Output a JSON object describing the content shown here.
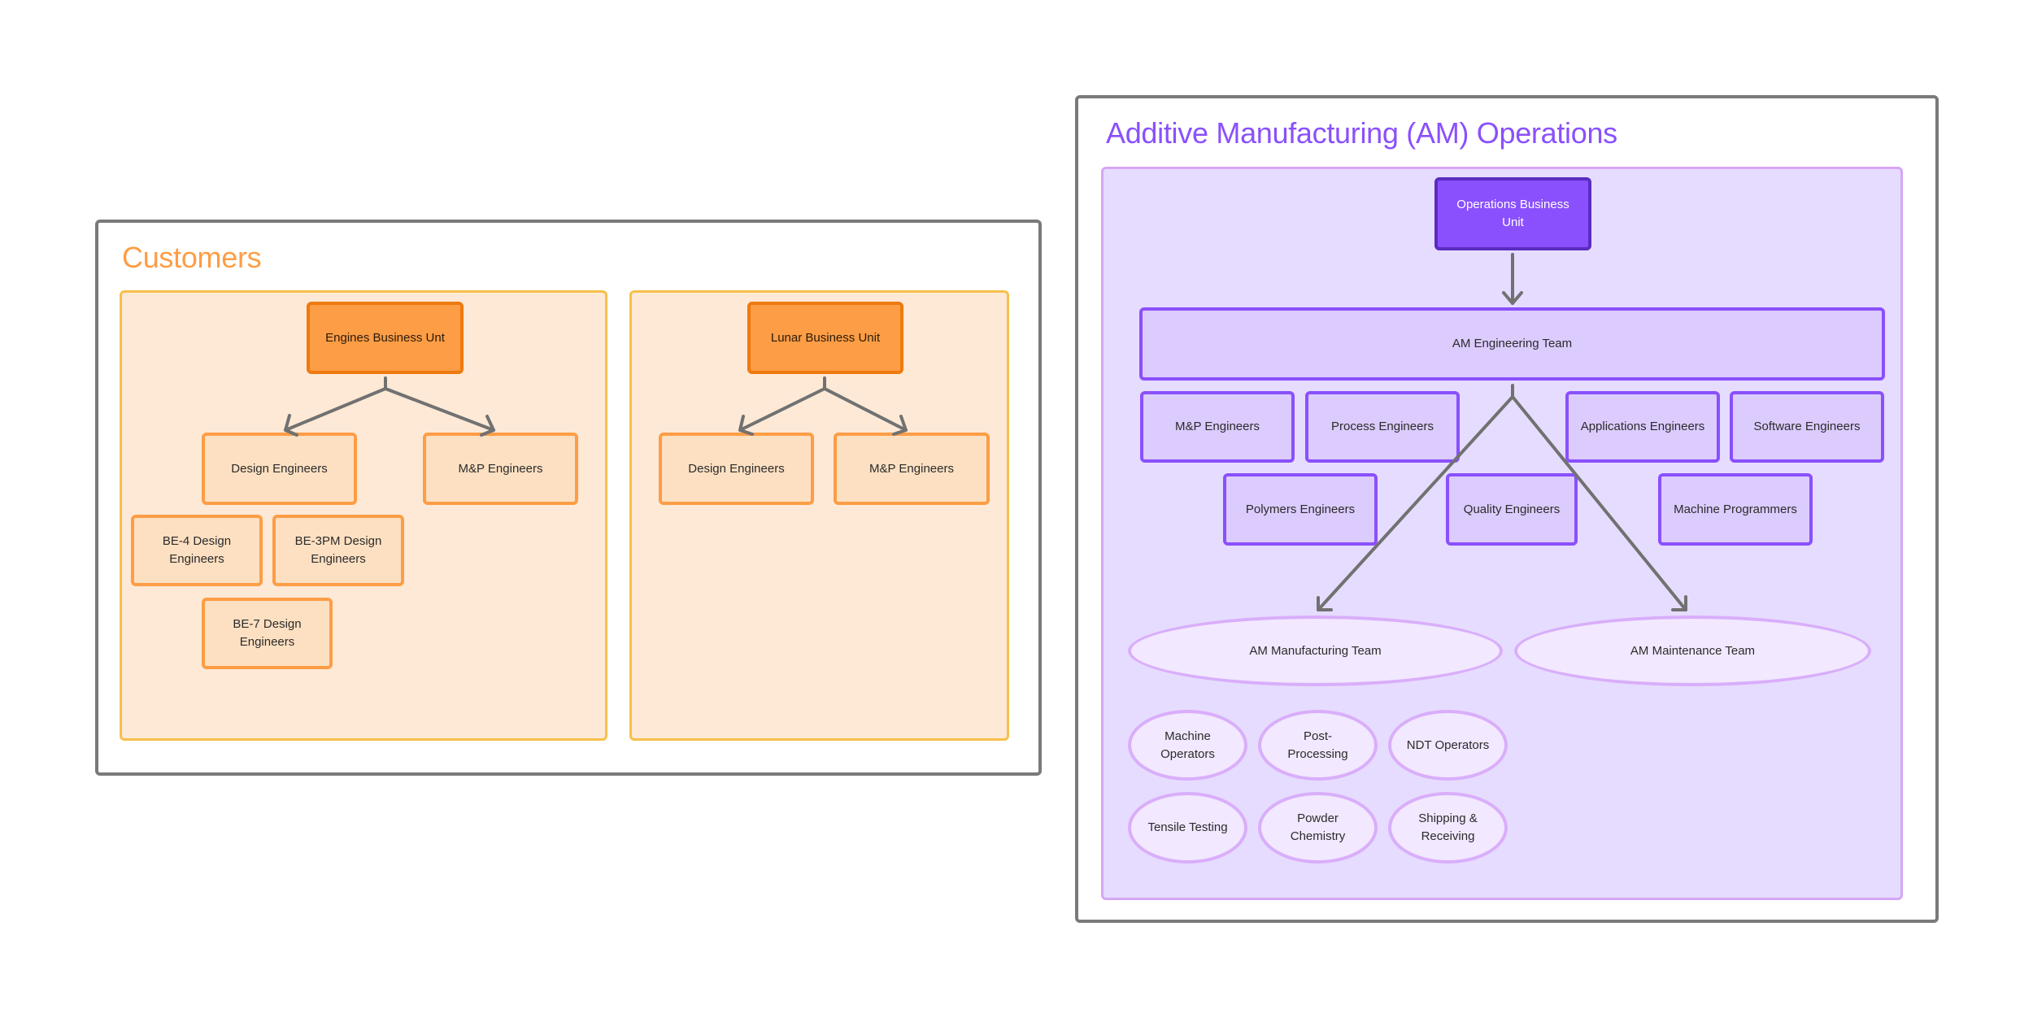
{
  "customers": {
    "title": "Customers",
    "title_color": "#fd9d45",
    "engines": {
      "head": "Engines Business Unt",
      "children": [
        "Design Engineers",
        "M&P Engineers"
      ],
      "design_sub": [
        "BE-4 Design Engineers",
        "BE-3PM Design Engineers",
        "BE-7 Design Engineers"
      ]
    },
    "lunar": {
      "head": "Lunar Business Unit",
      "children": [
        "Design Engineers",
        "M&P Engineers"
      ]
    }
  },
  "am_operations": {
    "title": "Additive Manufacturing (AM) Operations",
    "title_color": "#8a50fd",
    "head": "Operations Business Unit",
    "engineering_team": "AM Engineering Team",
    "engineering_row1": [
      "M&P Engineers",
      "Process Engineers",
      "Applications Engineers",
      "Software Engineers"
    ],
    "engineering_row2": [
      "Polymers Engineers",
      "Quality Engineers",
      "Machine Programmers"
    ],
    "teams": [
      "AM Manufacturing Team",
      "AM Maintenance Team"
    ],
    "manufacturing_roles_row1": [
      "Machine Operators",
      "Post-Processing",
      "NDT Operators"
    ],
    "manufacturing_roles_row2": [
      "Tensile Testing",
      "Powder Chemistry",
      "Shipping & Receiving"
    ]
  }
}
